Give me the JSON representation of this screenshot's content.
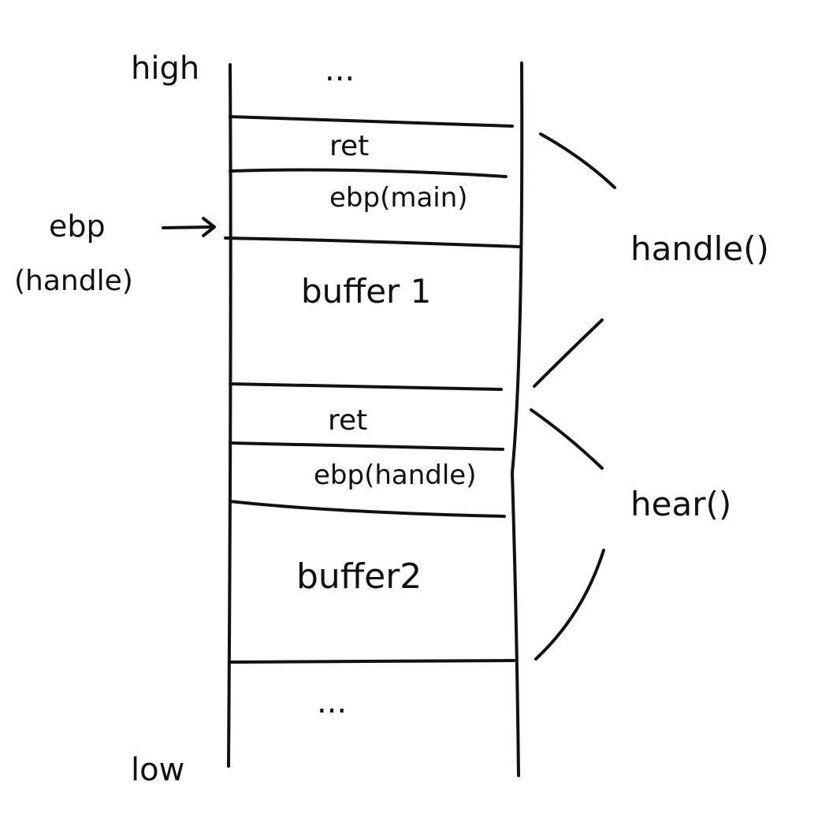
{
  "labels": {
    "high": "high",
    "low": "low",
    "ebp_pointer_line1": "ebp",
    "ebp_pointer_line2": "(handle)",
    "top_ellipsis": "...",
    "bottom_ellipsis": "...",
    "frame_handle": "handle()",
    "frame_hear": "hear()"
  },
  "cells": {
    "ret_1": "ret",
    "ebp_main": "ebp(main)",
    "buffer_1": "buffer 1",
    "ret_2": "ret",
    "ebp_handle": "ebp(handle)",
    "buffer_2": "buffer2"
  },
  "colors": {
    "ink": "#111111",
    "background": "#ffffff"
  }
}
